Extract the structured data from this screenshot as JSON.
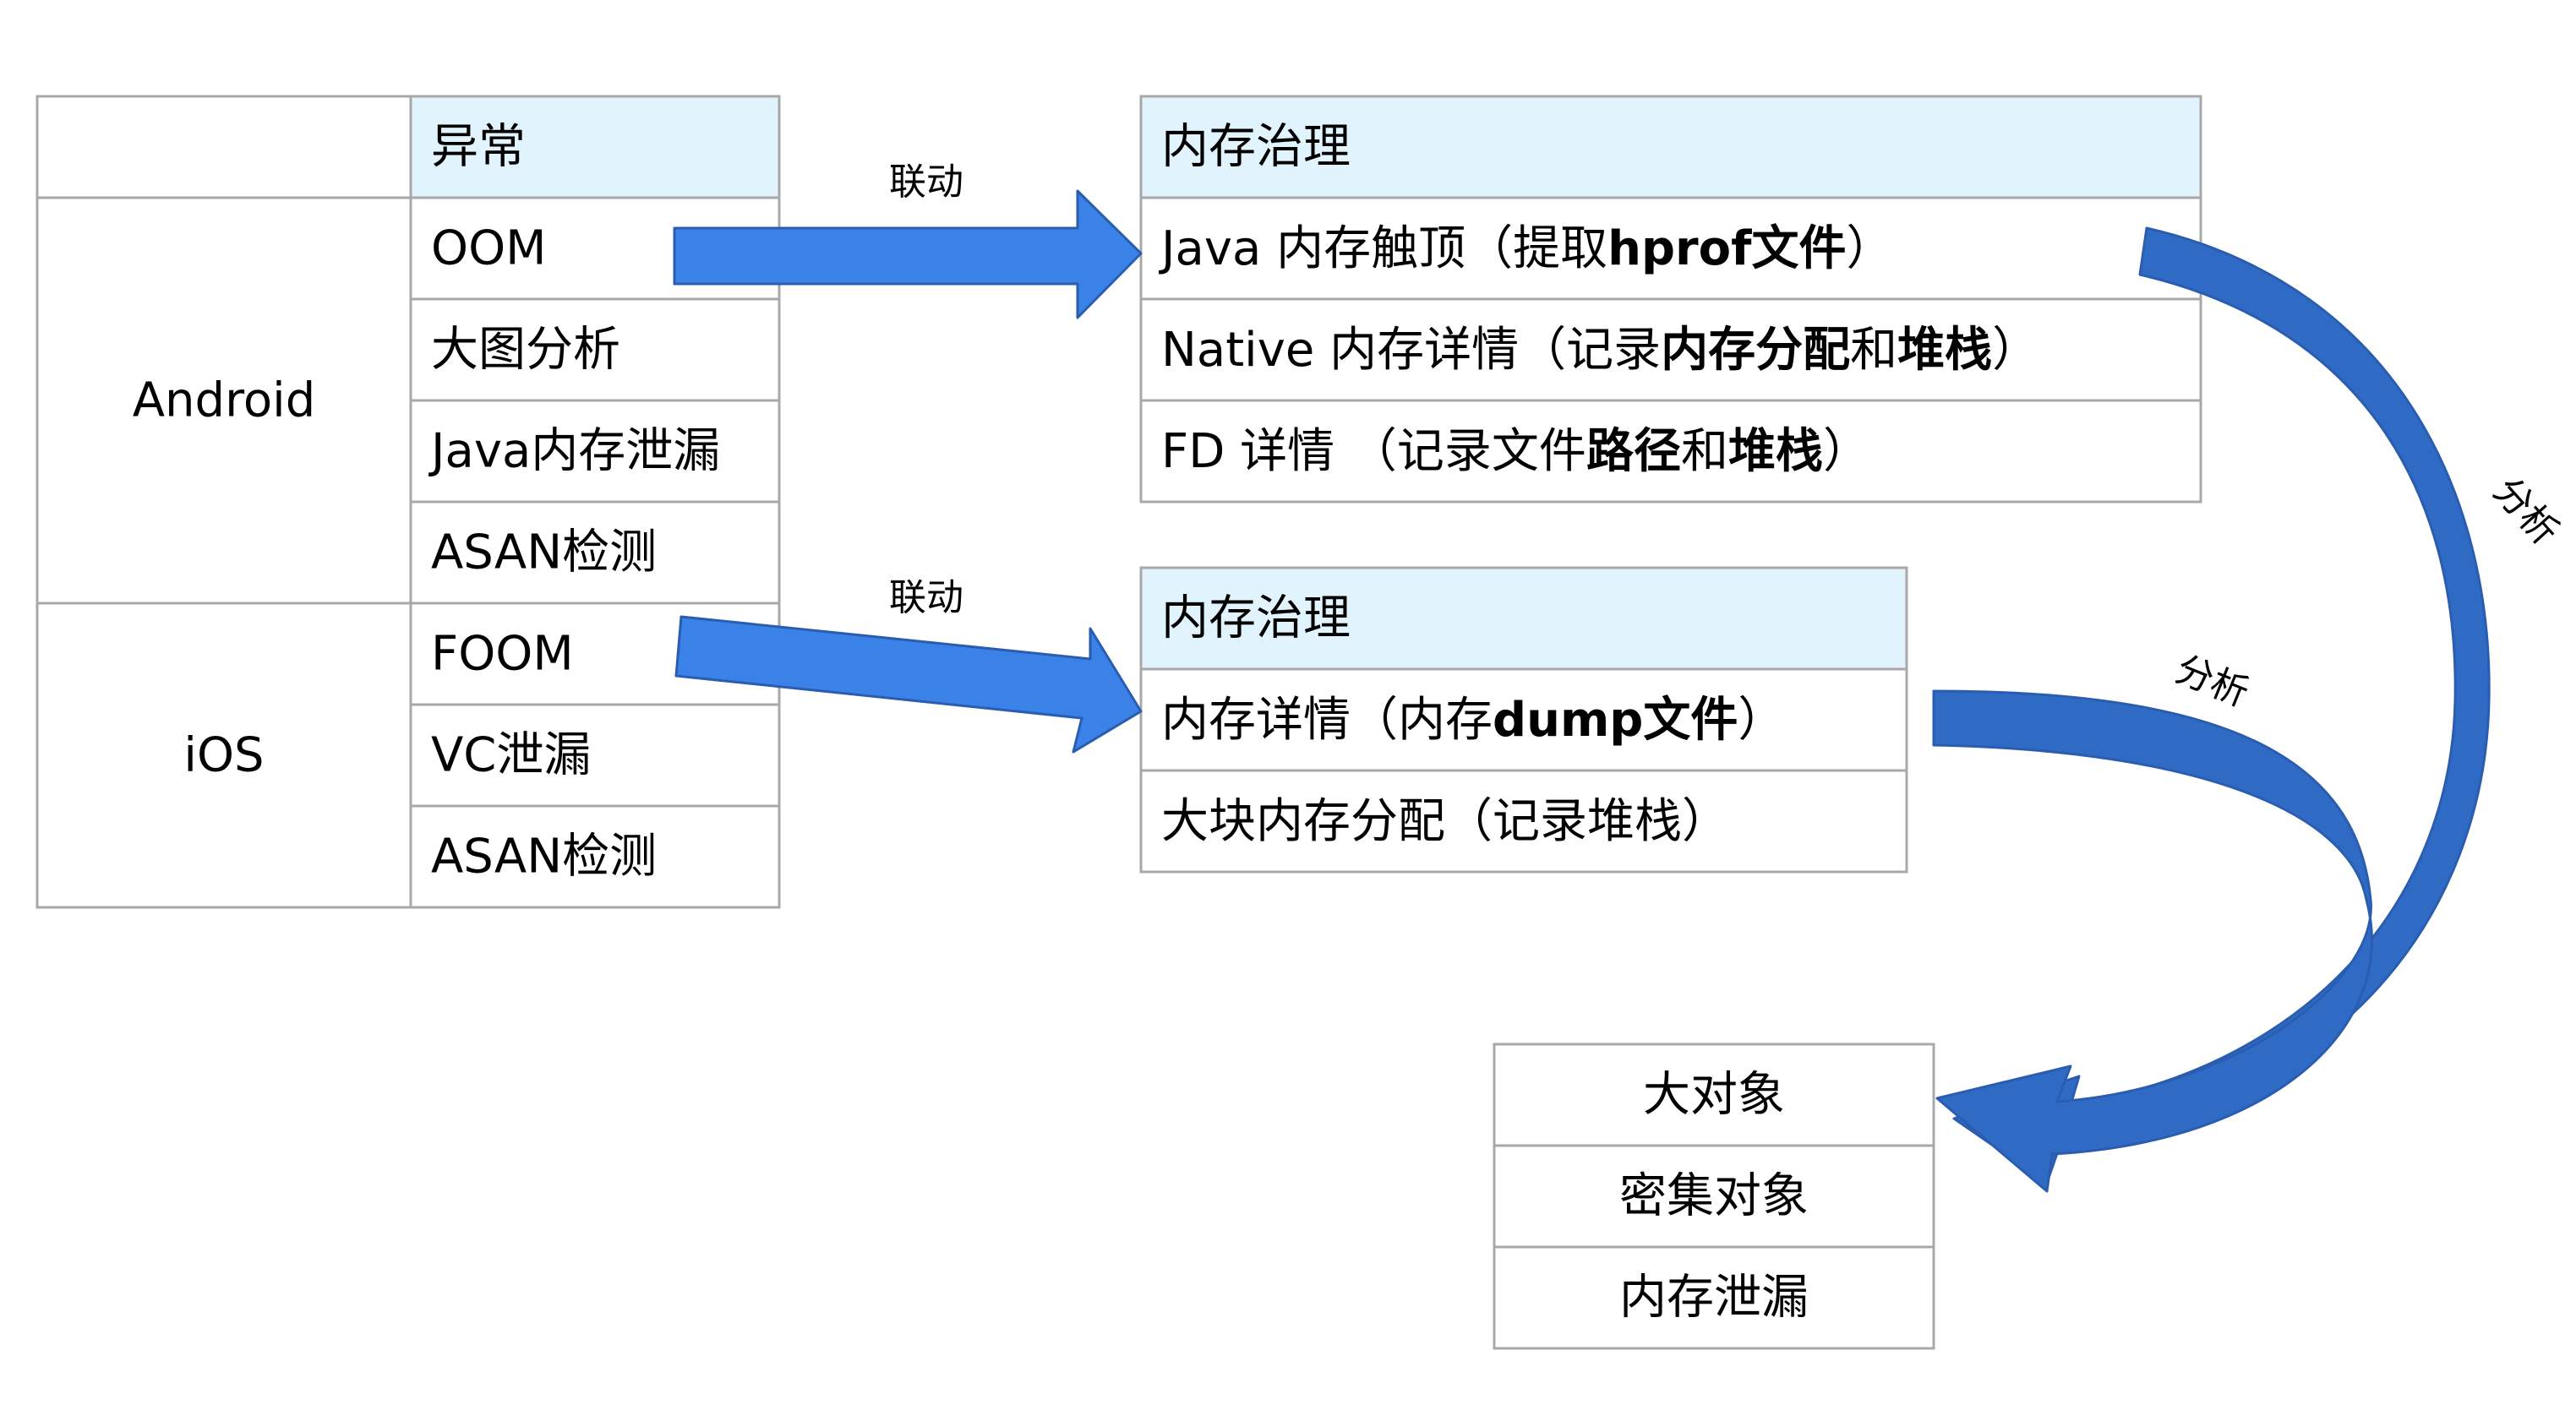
{
  "colors": {
    "header_fill": "#e1f3fc",
    "cell_fill": "#ffffff",
    "border": "#a8a8a8",
    "arrow_fill": "#3a82e8",
    "arrow_fill_dark": "#2f6bc4",
    "arrow_stroke": "#2a5db0"
  },
  "left_table": {
    "header": "异常",
    "platforms": [
      {
        "name": "Android",
        "items": [
          "OOM",
          "大图分析",
          "Java内存泄漏",
          "ASAN检测"
        ]
      },
      {
        "name": "iOS",
        "items": [
          "FOOM",
          "VC泄漏",
          "ASAN检测"
        ]
      }
    ]
  },
  "android_governance": {
    "header": "内存治理",
    "rows": [
      [
        {
          "t": "Java 内存触顶（提取"
        },
        {
          "t": "hprof文件",
          "b": true
        },
        {
          "t": "）"
        }
      ],
      [
        {
          "t": "Native 内存详情（记录"
        },
        {
          "t": "内存分配",
          "b": true
        },
        {
          "t": "和"
        },
        {
          "t": "堆栈",
          "b": true
        },
        {
          "t": "）"
        }
      ],
      [
        {
          "t": "FD 详情 （记录文件"
        },
        {
          "t": "路径",
          "b": true
        },
        {
          "t": "和"
        },
        {
          "t": "堆栈",
          "b": true
        },
        {
          "t": "）"
        }
      ]
    ]
  },
  "ios_governance": {
    "header": "内存治理",
    "rows": [
      [
        {
          "t": "内存详情（内存"
        },
        {
          "t": "dump文件",
          "b": true
        },
        {
          "t": "）"
        }
      ],
      [
        {
          "t": "大块内存分配（记录堆栈）"
        }
      ]
    ]
  },
  "analysis_results": {
    "rows": [
      "大对象",
      "密集对象",
      "内存泄漏"
    ]
  },
  "arrows": {
    "link_android_label": "联动",
    "link_ios_label": "联动",
    "analyze_android_label": "分析",
    "analyze_ios_label": "分析"
  }
}
